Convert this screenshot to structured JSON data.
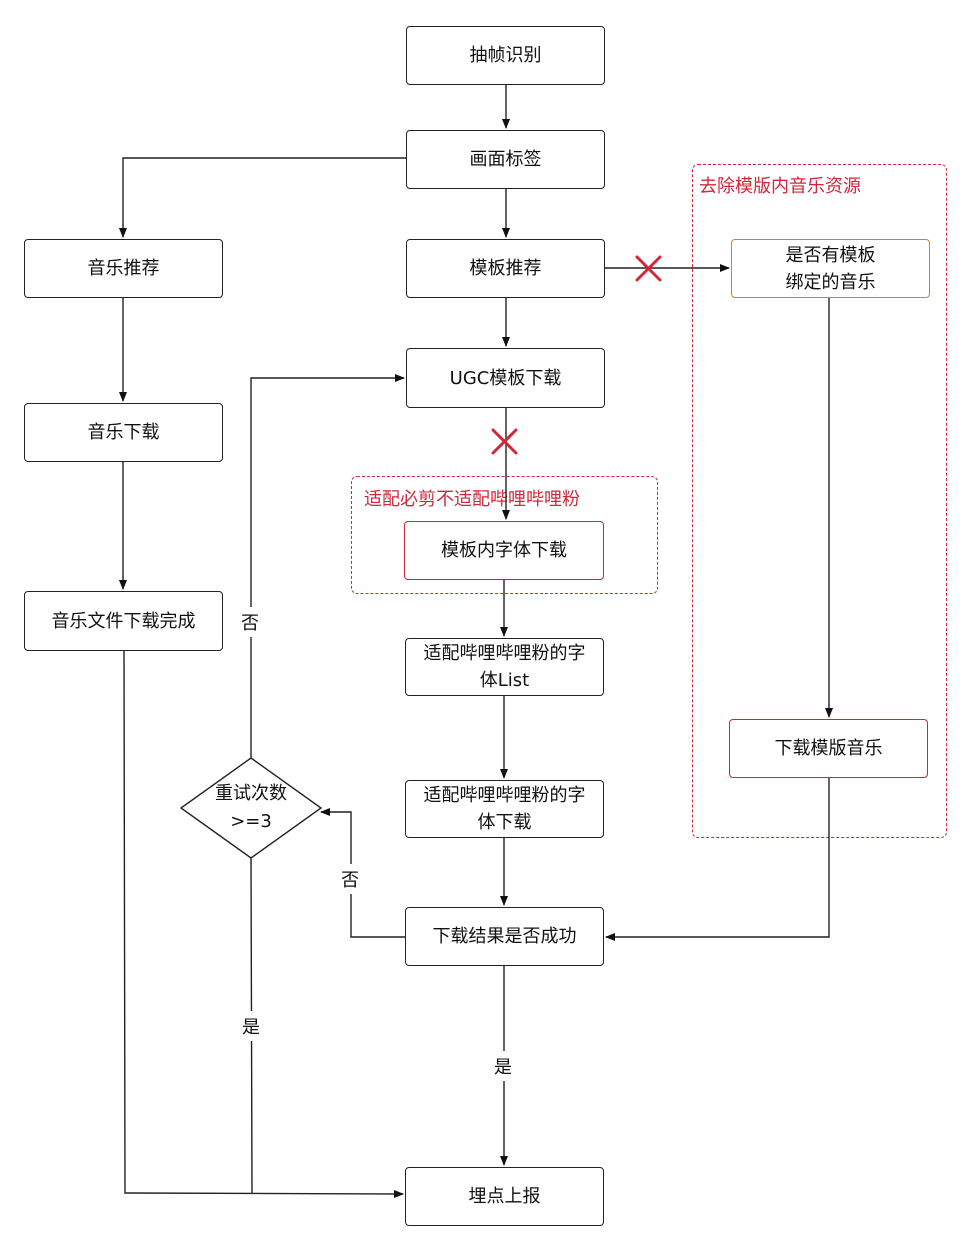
{
  "nodes": {
    "frame_recognition": "抽帧识别",
    "scene_tags": "画面标签",
    "template_recommend": "模板推荐",
    "music_recommend": "音乐推荐",
    "music_download": "音乐下载",
    "music_file_done": "音乐文件下载完成",
    "ugc_template_download": "UGC模板下载",
    "template_font_download": "模板内字体下载",
    "font_list": "适配哔哩哔哩粉的字\n体List",
    "font_download": "适配哔哩哔哩粉的字\n体下载",
    "download_result": "下载结果是否成功",
    "report": "埋点上报",
    "template_bound_music": "是否有模板\n绑定的音乐",
    "download_template_music": "下载模版音乐",
    "retry_decision": "重试次数\n>=3"
  },
  "groups": {
    "remove_music": "去除模版内音乐资源",
    "font_adapt": "适配必剪不适配哔哩哔哩粉"
  },
  "edge_labels": {
    "retry_no": "否",
    "result_no": "否",
    "retry_yes": "是",
    "result_yes": "是"
  },
  "colors": {
    "line": "#222222",
    "accent_red": "#d0283a",
    "accent_orange": "#e07a2a"
  }
}
